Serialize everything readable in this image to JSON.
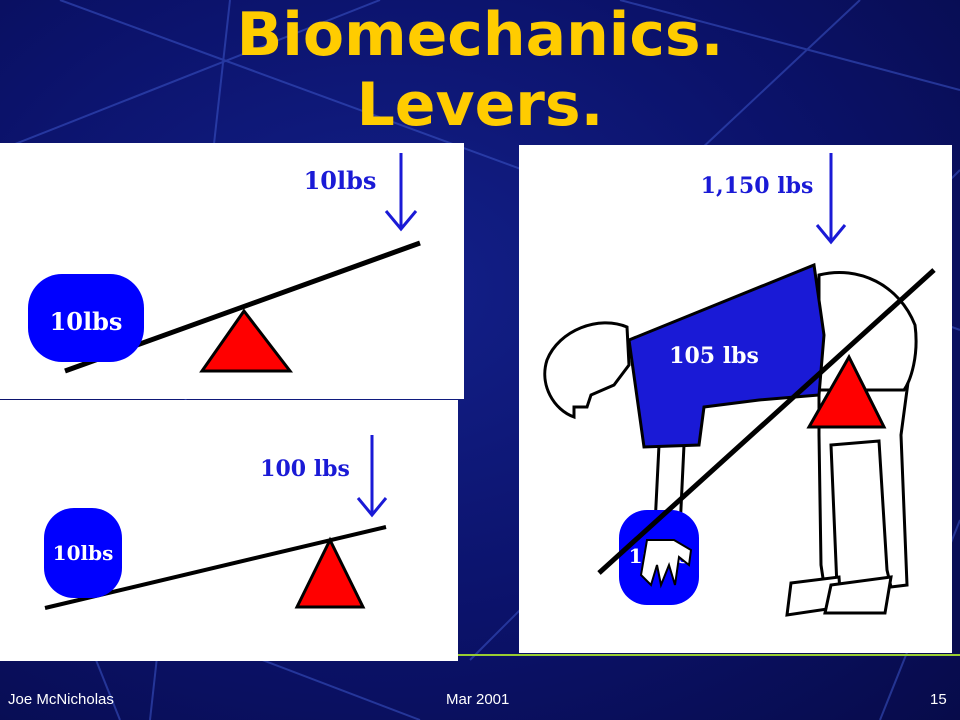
{
  "slide": {
    "title_line1": "Biomechanics.",
    "title_line2": "Levers."
  },
  "diagrams": {
    "lever_small": {
      "force_label": "10lbs",
      "weight_label": "10lbs"
    },
    "lever_medium": {
      "force_label": "100 lbs",
      "weight_label": "10lbs"
    },
    "person_bending": {
      "force_label": "1,150 lbs",
      "torso_label": "105 lbs",
      "weight_label": "10lbs"
    }
  },
  "footer": {
    "author": "Joe McNicholas",
    "date": "Mar 2001",
    "page_number": "15"
  },
  "colors": {
    "title": "#ffcc00",
    "background": "#0b126a",
    "label_blue": "#1a1ad6",
    "weight_blue": "#0000ff",
    "fulcrum_red": "#ff0000"
  }
}
